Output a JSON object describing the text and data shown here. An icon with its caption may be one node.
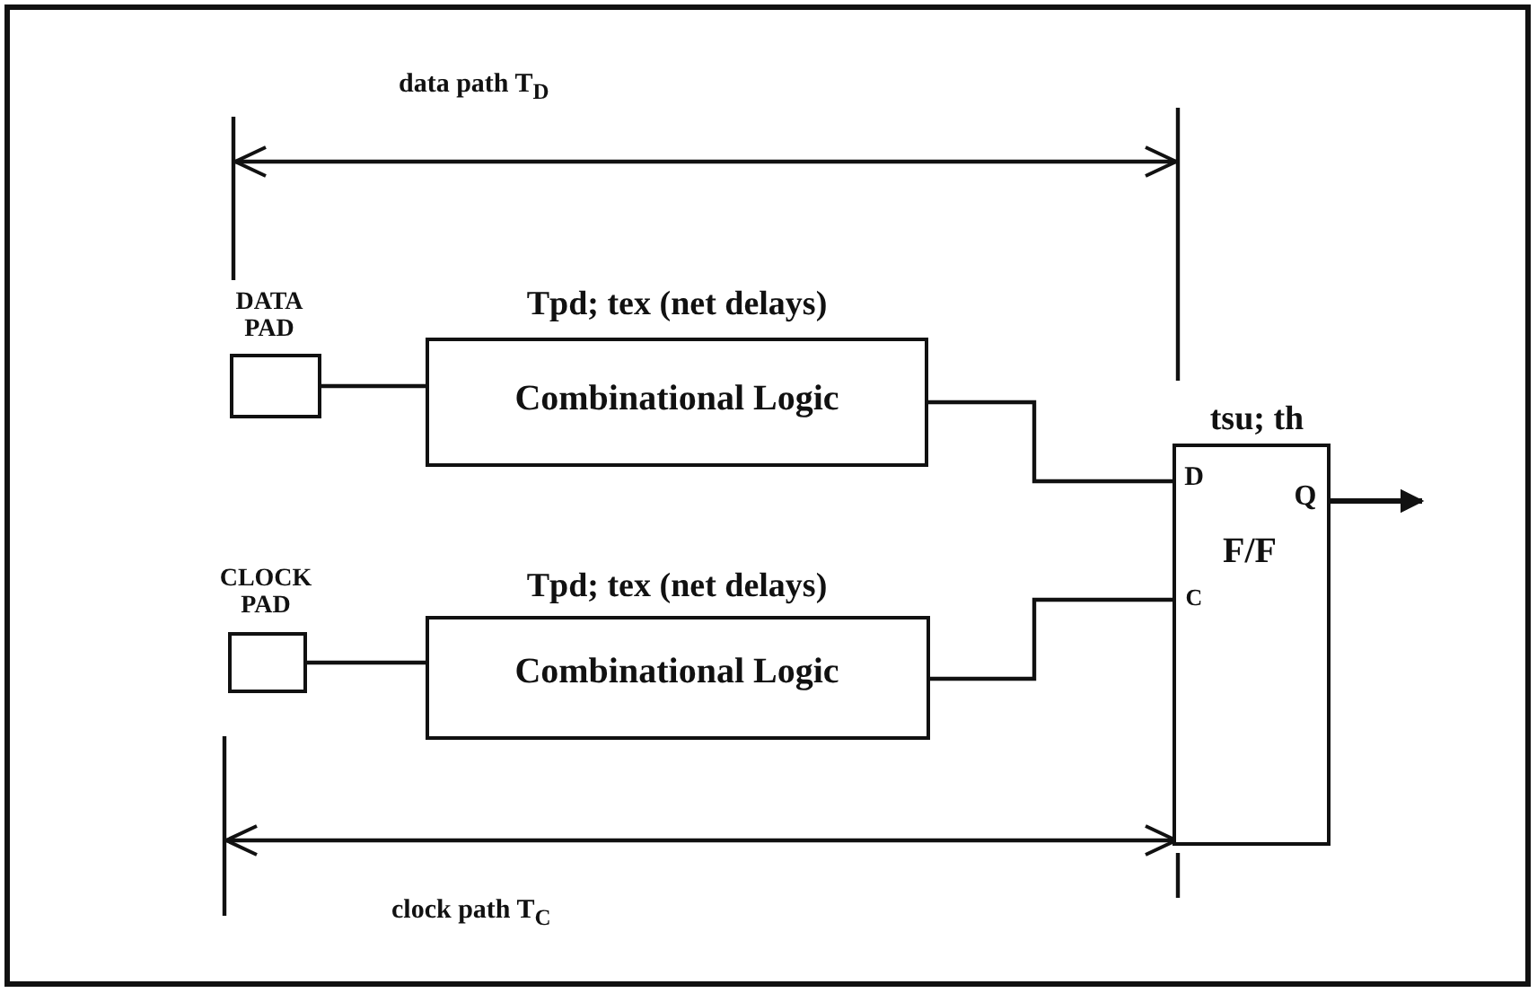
{
  "diagram": {
    "nodes": [
      {
        "text": [
          "DATA PAD"
        ]
      },
      {
        "text": [
          "Tpd; tex (net delays)",
          "Combinational Logic"
        ]
      },
      {
        "text": [
          "CLOCK PAD"
        ]
      },
      {
        "text": [
          "Tpd; tex (net delays)",
          "Combinational Logic"
        ]
      },
      {
        "text": [
          "tsu; th",
          "D",
          "Q",
          "F/F",
          "C"
        ]
      }
    ],
    "edges": [
      {
        "from": 0,
        "to": 1,
        "arrow": "none"
      },
      {
        "from": 1,
        "to": 4,
        "arrow": "none"
      },
      {
        "from": 2,
        "to": 3,
        "arrow": "none"
      },
      {
        "from": 3,
        "to": 4,
        "arrow": "none"
      },
      {
        "from": 4,
        "to": null,
        "arrow": "to"
      }
    ],
    "labels": [
      "data path T$_{D}$",
      "clock path T$_{C}$"
    ]
  }
}
